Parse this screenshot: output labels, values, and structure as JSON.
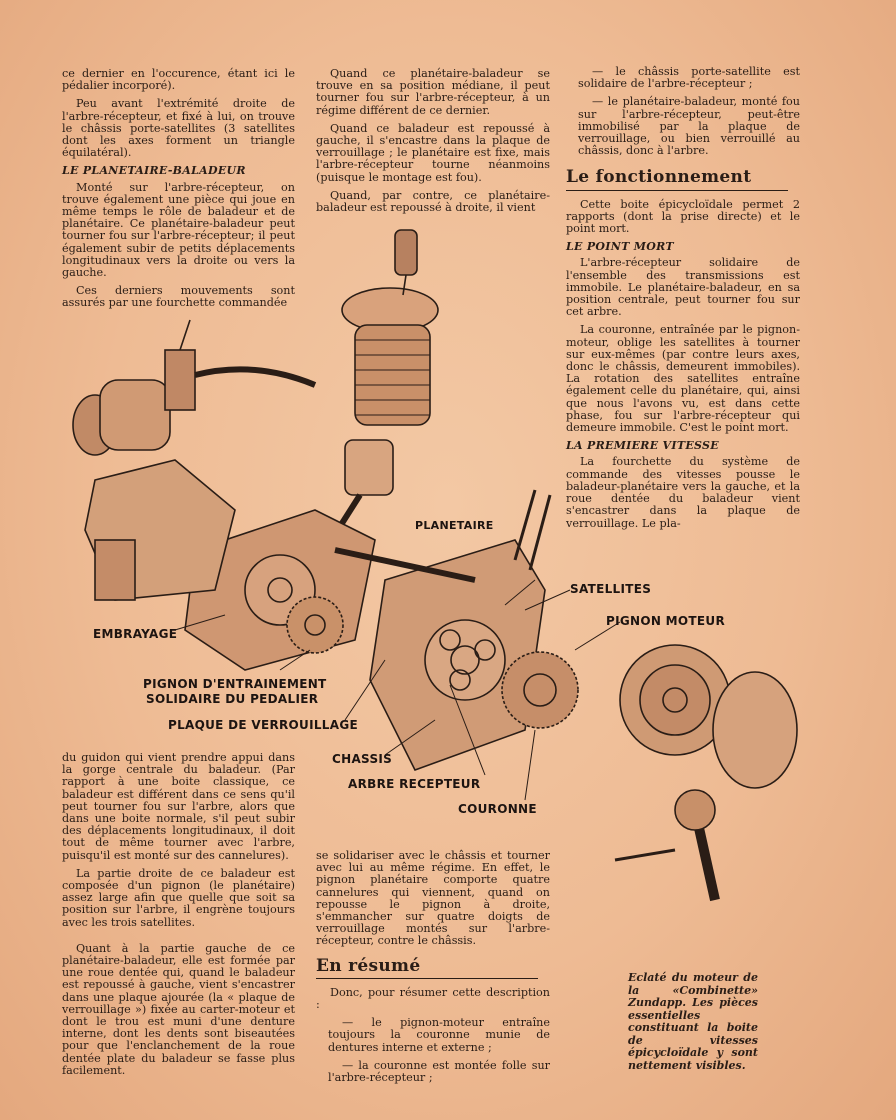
{
  "col1": {
    "p1": "ce dernier en l'occurence, étant ici le pédalier incorporé).",
    "p2": "Peu avant l'extrémité droite de l'arbre-récepteur, et fixé à lui, on trouve le châssis porte-satellites (3 satellites dont les axes forment un triangle équilatéral).",
    "sub1": "LE PLANETAIRE-BALADEUR",
    "p3": "Monté sur l'arbre-récepteur, on trouve également une pièce qui joue en même temps le rôle de baladeur et de planétaire. Ce planétaire-baladeur peut tourner fou sur l'arbre-récepteur; il peut également subir de petits déplacements longitudinaux vers la droite ou vers la gauche.",
    "p4": "Ces derniers mouvements sont assurés par une fourchette commandée"
  },
  "col2": {
    "p1": "Quand ce planétaire-baladeur se trouve en sa position médiane, il peut tourner fou sur l'arbre-récepteur, à un régime différent de ce dernier.",
    "p2": "Quand ce baladeur est repoussé à gauche, il s'encastre dans la plaque de verrouillage ; le planétaire est fixe, mais l'arbre-récepteur tourne néanmoins (puisque le montage est fou).",
    "p3": "Quand, par contre, ce planétaire-baladeur est repoussé à droite, il vient"
  },
  "col3": {
    "d1": "— le châssis porte-satellite est solidaire de l'arbre-récepteur ;",
    "d2": "— le planétaire-baladeur, monté fou sur l'arbre-récepteur, peut-être immobilisé par la plaque de verrouillage, ou bien verrouillé au châssis, donc à l'arbre.",
    "h1": "Le fonctionnement",
    "p1": "Cette boite épicycloïdale permet 2 rapports (dont la prise directe) et le point mort.",
    "sub1": "LE POINT MORT",
    "p2": "L'arbre-récepteur solidaire de l'ensemble des transmissions est immobile. Le planétaire-baladeur, en sa position centrale, peut tourner fou sur cet arbre.",
    "p3": "La couronne, entraînée par le pignon-moteur, oblige les satellites à tourner sur eux-mêmes (par contre leurs axes, donc le châssis, demeurent immobiles). La rotation des satellites entraîne également celle du planétaire, qui, ainsi que nous l'avons vu, est dans cette phase, fou sur l'arbre-récepteur qui demeure immobile. C'est le point mort.",
    "sub2": "LA PREMIERE VITESSE",
    "p4": "La fourchette du système de commande des vitesses pousse le baladeur-planétaire vers la gauche, et la roue dentée du baladeur vient s'encastrer dans la plaque de verrouillage. Le pla-"
  },
  "bottom1": {
    "p1": "du guidon qui vient prendre appui dans la gorge centrale du baladeur. (Par rapport à une boite classique, ce baladeur est différent dans ce sens qu'il peut tourner fou sur l'arbre, alors que dans une boite normale, s'il peut subir des déplacements longitudinaux, il doit tout de même tourner avec l'arbre, puisqu'il est monté sur des cannelures).",
    "p2": "La partie droite de ce baladeur est composée d'un pignon (le planétaire) assez large afin que quelle que soit sa position sur l'arbre, il engrène toujours avec les trois satellites.",
    "p3": "Quant à la partie gauche de ce planétaire-baladeur, elle est formée par une roue dentée qui, quand le baladeur est repoussé à gauche, vient s'encastrer dans une plaque ajourée (la « plaque de verrouillage ») fixée au carter-moteur et dont le trou est muni d'une denture interne, dont les dents sont biseautées pour que l'enclanchement de la roue dentée plate du baladeur se fasse plus facilement."
  },
  "bottom2": {
    "p1": "se solidariser avec le châssis et tourner avec lui au même régime. En effet, le pignon planétaire comporte quatre cannelures qui viennent, quand on repousse le pignon à droite, s'emmancher sur quatre doigts de verrouillage montés sur l'arbre-récepteur, contre le châssis.",
    "h1": "En résumé",
    "p2": "Donc, pour résumer cette description :",
    "d1": "— le pignon-moteur entraîne toujours la couronne munie de dentures interne et externe ;",
    "d2": "— la couronne est montée folle sur l'arbre-récepteur ;"
  },
  "labels": {
    "planetaire": "PLANETAIRE",
    "satellites": "SATELLITES",
    "pignon_moteur": "PIGNON MOTEUR",
    "embrayage": "EMBRAYAGE",
    "pignon_entrainement_1": "PIGNON D'ENTRAINEMENT",
    "pignon_entrainement_2": "SOLIDAIRE DU PEDALIER",
    "plaque": "PLAQUE DE VERROUILLAGE",
    "chassis": "CHASSIS",
    "arbre": "ARBRE RECEPTEUR",
    "couronne": "COURONNE"
  },
  "caption": "Eclaté du moteur de la «Combinette» Zundapp. Les pièces essentielles constituant la boite de vitesses épicycloïdale y sont nettement visibles."
}
